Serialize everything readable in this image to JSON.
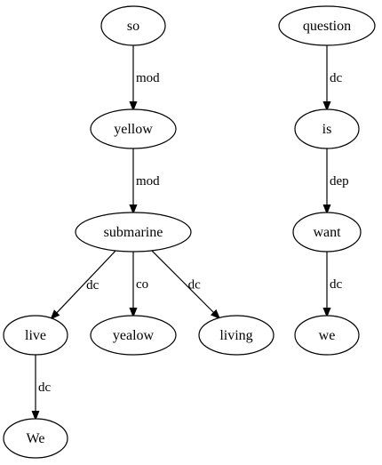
{
  "graph": {
    "nodes": [
      {
        "id": "so",
        "label": "so"
      },
      {
        "id": "yellow",
        "label": "yellow"
      },
      {
        "id": "submarine",
        "label": "submarine"
      },
      {
        "id": "live",
        "label": "live"
      },
      {
        "id": "yealow",
        "label": "yealow"
      },
      {
        "id": "living",
        "label": "living"
      },
      {
        "id": "We",
        "label": "We"
      },
      {
        "id": "question",
        "label": "question"
      },
      {
        "id": "is",
        "label": "is"
      },
      {
        "id": "want",
        "label": "want"
      },
      {
        "id": "we",
        "label": "we"
      }
    ],
    "edges": [
      {
        "from": "so",
        "to": "yellow",
        "label": "mod"
      },
      {
        "from": "yellow",
        "to": "submarine",
        "label": "mod"
      },
      {
        "from": "submarine",
        "to": "live",
        "label": "dc"
      },
      {
        "from": "submarine",
        "to": "yealow",
        "label": "co"
      },
      {
        "from": "submarine",
        "to": "living",
        "label": "dc"
      },
      {
        "from": "live",
        "to": "We",
        "label": "dc"
      },
      {
        "from": "question",
        "to": "is",
        "label": "dc"
      },
      {
        "from": "is",
        "to": "want",
        "label": "dep"
      },
      {
        "from": "want",
        "to": "we",
        "label": "dc"
      }
    ]
  }
}
